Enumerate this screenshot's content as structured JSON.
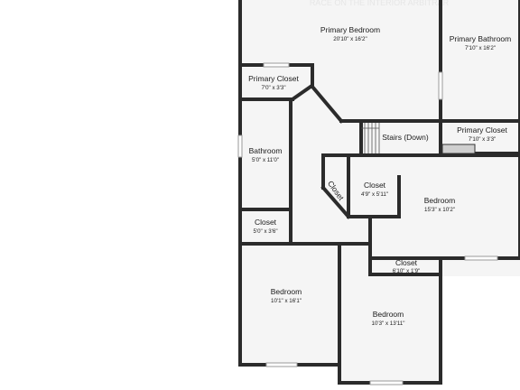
{
  "header": {
    "watermark": "RACE ON THE INTERIOR ARBITRAR"
  },
  "rooms": {
    "primary_bedroom": {
      "name": "Primary Bedroom",
      "dim": "20'10\" x 16'2\""
    },
    "primary_bathroom": {
      "name": "Primary Bathroom",
      "dim": "7'10\" x 16'2\""
    },
    "primary_closet_left": {
      "name": "Primary Closet",
      "dim": "7'0\" x 3'3\""
    },
    "primary_closet_right": {
      "name": "Primary Closet",
      "dim": "7'10\" x 3'3\""
    },
    "stairs": {
      "name": "Stairs (Down)"
    },
    "bathroom": {
      "name": "Bathroom",
      "dim": "5'0\" x 11'0\""
    },
    "closet_center": {
      "name": "Closet",
      "dim": "4'9\" x 5'11\""
    },
    "closet_diag": {
      "name": "Closet"
    },
    "bedroom_right": {
      "name": "Bedroom",
      "dim": "15'3\" x 10'2\""
    },
    "closet_left": {
      "name": "Closet",
      "dim": "5'0\" x 3'6\""
    },
    "closet_bottom": {
      "name": "Closet",
      "dim": "6'10\" x 1'9\""
    },
    "bedroom_bottom_left": {
      "name": "Bedroom",
      "dim": "10'1\" x 16'1\""
    },
    "bedroom_bottom_center": {
      "name": "Bedroom",
      "dim": "10'3\" x 13'11\""
    }
  },
  "colors": {
    "wall": "#2b2b2b",
    "floor": "#f5f5f5",
    "background": "#ffffff"
  }
}
